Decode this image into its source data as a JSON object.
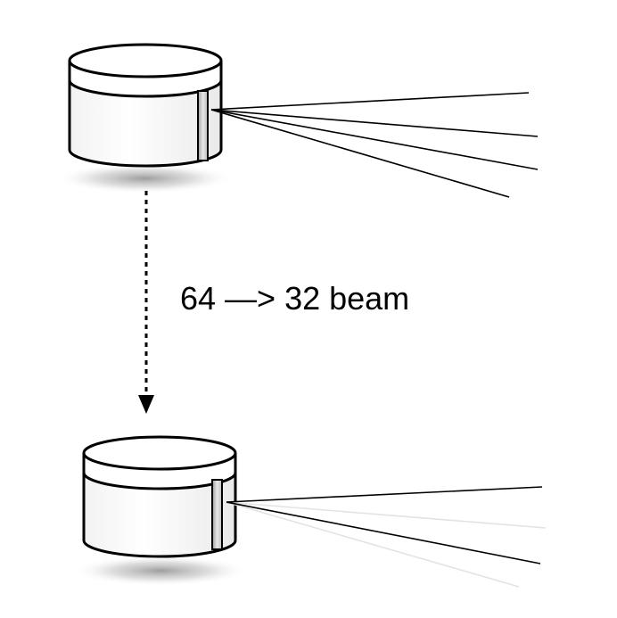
{
  "diagram": {
    "label": "64 —> 32 beam",
    "colors": {
      "outline": "#000000",
      "body_fill": "#ffffff",
      "faded_beam": "#e6e6e6",
      "shadow": "#9a9a9a"
    },
    "top_sensor": {
      "beams_visible": 4
    },
    "bottom_sensor": {
      "beams_visible": 2,
      "beams_faded": 2
    },
    "arrow": {
      "style": "dotted",
      "direction": "down"
    }
  }
}
